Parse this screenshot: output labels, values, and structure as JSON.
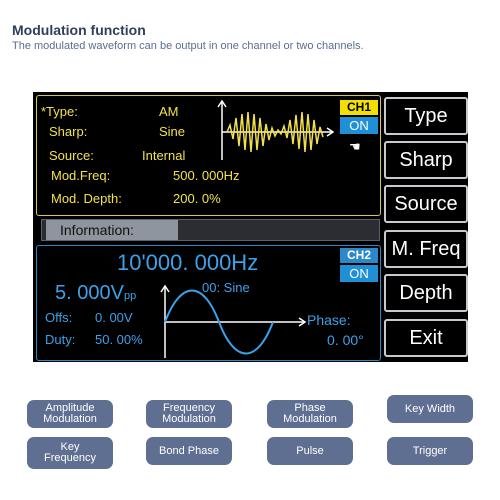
{
  "header": {
    "title": "Modulation function",
    "subtitle": "The modulated waveform can be output in one channel or two channels."
  },
  "screen": {
    "ch1": {
      "type_label": "*Type:",
      "type_value": "AM",
      "sharp_label": "Sharp:",
      "sharp_value": "Sine",
      "source_label": "Source:",
      "source_value": "Internal",
      "modfreq_label": "Mod.Freq:",
      "modfreq_value": "500. 000Hz",
      "depth_label": "Mod. Depth:",
      "depth_value": "200. 0%",
      "channel_tag": "CH1",
      "state": "ON"
    },
    "information_label": "Information:",
    "ch2": {
      "frequency": "10'000. 000Hz",
      "amplitude": "5. 000V",
      "amplitude_unit": "pp",
      "phase_offset_label": "00: Sine",
      "offs_label": "Offs:",
      "offs_value": "0. 00V",
      "duty_label": "Duty:",
      "duty_value": "50. 00%",
      "phase_label": "Phase:",
      "phase_value": "0. 00°",
      "channel_tag": "CH2",
      "state": "ON"
    },
    "softkeys": [
      "Type",
      "Sharp",
      "Source",
      "M. Freq",
      "Depth",
      "Exit"
    ]
  },
  "features": {
    "row1": [
      {
        "line1": "Amplitude",
        "line2": "Modulation"
      },
      {
        "line1": "Frequency",
        "line2": "Modulation"
      },
      {
        "line1": "Phase",
        "line2": "Modulation"
      },
      {
        "line1": "Key Width",
        "line2": ""
      }
    ],
    "row2": [
      {
        "line1": "Key",
        "line2": "Frequency"
      },
      {
        "line1": "Bond Phase",
        "line2": ""
      },
      {
        "line1": "Pulse",
        "line2": ""
      },
      {
        "line1": "Trigger",
        "line2": ""
      }
    ]
  },
  "colors": {
    "ch1_accent": "#f2e24a",
    "ch2_accent": "#3ba2ea",
    "pill": "#5f6f92"
  }
}
